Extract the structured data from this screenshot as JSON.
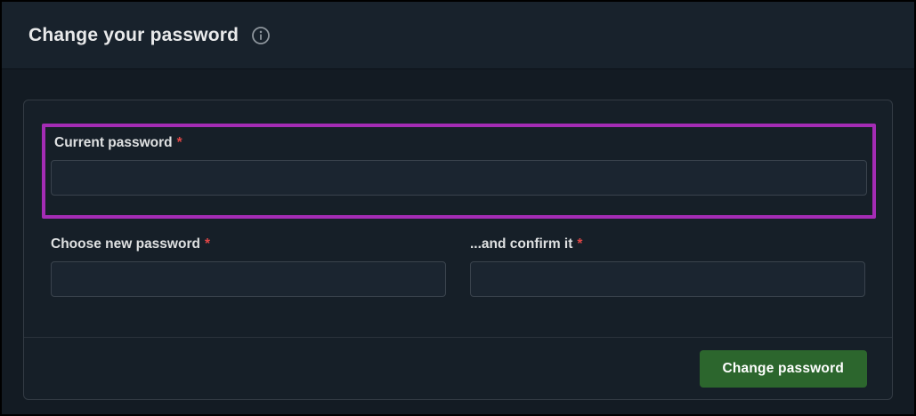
{
  "header": {
    "title": "Change your password",
    "info_icon": "info-circle-icon"
  },
  "form": {
    "fields": [
      {
        "id": "current-password",
        "label": "Current password",
        "required_mark": "*",
        "value": "",
        "placeholder": ""
      },
      {
        "id": "new-password",
        "label": "Choose new password",
        "required_mark": "*",
        "value": "",
        "placeholder": ""
      },
      {
        "id": "confirm-password",
        "label": "...and confirm it",
        "required_mark": "*",
        "value": "",
        "placeholder": ""
      }
    ]
  },
  "footer": {
    "submit_label": "Change password"
  },
  "colors": {
    "highlight_border": "#a42cb5",
    "button_background": "#2c662d",
    "required_asterisk": "#e04646",
    "header_background": "#18222c",
    "card_background": "#161f28"
  }
}
